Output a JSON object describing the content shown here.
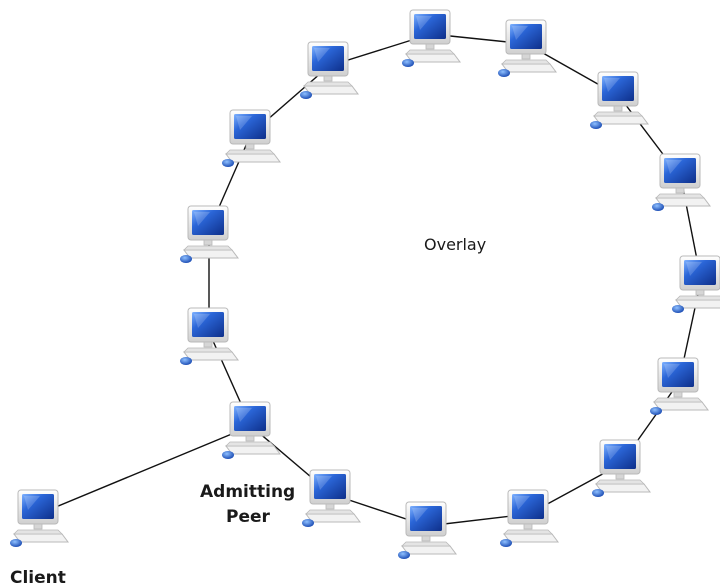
{
  "labels": {
    "overlay": "Overlay",
    "admitting_line1": "Admitting",
    "admitting_line2": "Peer",
    "client": "Client"
  },
  "nodes": [
    {
      "id": "n1",
      "role": "peer"
    },
    {
      "id": "n2",
      "role": "peer"
    },
    {
      "id": "n3",
      "role": "peer"
    },
    {
      "id": "n4",
      "role": "peer"
    },
    {
      "id": "n5",
      "role": "peer"
    },
    {
      "id": "n6",
      "role": "peer"
    },
    {
      "id": "n7",
      "role": "peer"
    },
    {
      "id": "n8",
      "role": "peer"
    },
    {
      "id": "n9",
      "role": "peer"
    },
    {
      "id": "n10",
      "role": "peer"
    },
    {
      "id": "n11",
      "role": "peer"
    },
    {
      "id": "n12",
      "role": "peer"
    },
    {
      "id": "n13",
      "role": "peer"
    },
    {
      "id": "n14",
      "role": "admitting-peer"
    },
    {
      "id": "n15",
      "role": "peer"
    },
    {
      "id": "n16",
      "role": "peer"
    },
    {
      "id": "n17",
      "role": "peer"
    },
    {
      "id": "client",
      "role": "client"
    }
  ],
  "edges": [
    [
      "n1",
      "n2"
    ],
    [
      "n2",
      "n3"
    ],
    [
      "n3",
      "n4"
    ],
    [
      "n4",
      "n5"
    ],
    [
      "n5",
      "n6"
    ],
    [
      "n6",
      "n7"
    ],
    [
      "n7",
      "n8"
    ],
    [
      "n8",
      "n9"
    ],
    [
      "n9",
      "n10"
    ],
    [
      "n10",
      "n11"
    ],
    [
      "n11",
      "n12"
    ],
    [
      "n12",
      "n13"
    ],
    [
      "n13",
      "n14"
    ],
    [
      "n14",
      "n15"
    ],
    [
      "n15",
      "n16"
    ],
    [
      "n16",
      "n17"
    ],
    [
      "n17",
      "n1"
    ],
    [
      "n13",
      "client"
    ]
  ],
  "colors": {
    "screen": "#1f56c8",
    "screen_highlight": "#6fa3ff",
    "case": "#f2f2f2",
    "case_edge": "#b9b9b9",
    "mouse": "#2c6fd6"
  }
}
